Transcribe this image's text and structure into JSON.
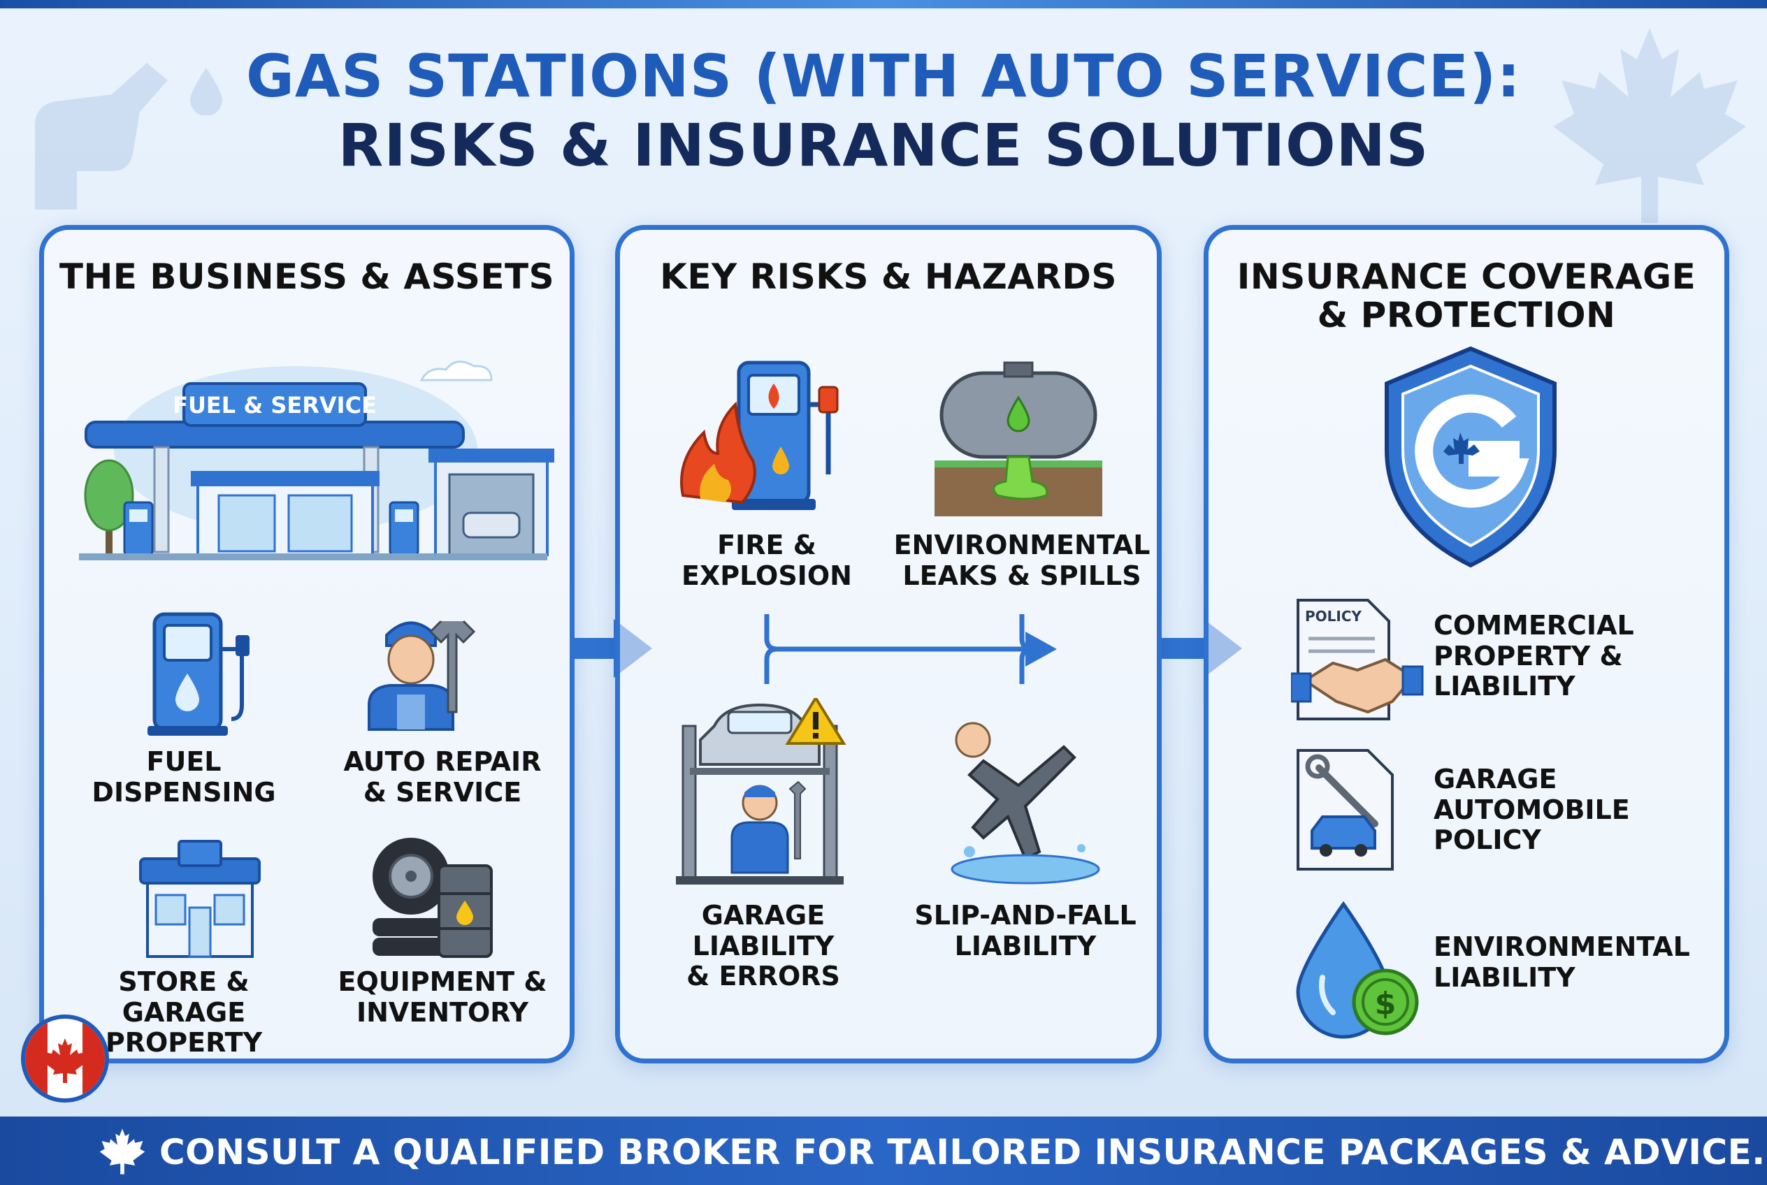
{
  "title": {
    "line1": "GAS STATIONS (WITH AUTO SERVICE):",
    "line2": "RISKS & INSURANCE SOLUTIONS"
  },
  "panels": {
    "business": {
      "heading": "THE BUSINESS & ASSETS",
      "sign": "FUEL & SERVICE",
      "items": [
        {
          "label": "FUEL\nDISPENSING",
          "icon": "fuel-pump-icon"
        },
        {
          "label": "AUTO REPAIR\n& SERVICE",
          "icon": "mechanic-icon"
        },
        {
          "label": "STORE & GARAGE\nPROPERTY",
          "icon": "store-icon"
        },
        {
          "label": "EQUIPMENT &\nINVENTORY",
          "icon": "tire-barrel-icon"
        }
      ]
    },
    "risks": {
      "heading": "KEY RISKS & HAZARDS",
      "items": [
        {
          "label": "FIRE &\nEXPLOSION",
          "icon": "fire-pump-icon"
        },
        {
          "label": "ENVIRONMENTAL\nLEAKS & SPILLS",
          "icon": "tank-leak-icon"
        },
        {
          "label": "GARAGE LIABILITY\n& ERRORS",
          "icon": "car-lift-icon"
        },
        {
          "label": "SLIP-AND-FALL\nLIABILITY",
          "icon": "slip-fall-icon"
        }
      ]
    },
    "coverage": {
      "heading_line1": "INSURANCE COVERAGE",
      "heading_line2": "& PROTECTION",
      "policy_tag": "POLICY",
      "items": [
        {
          "label": "COMMERCIAL\nPROPERTY &\nLIABILITY",
          "icon": "policy-handshake-icon"
        },
        {
          "label": "GARAGE\nAUTOMOBILE\nPOLICY",
          "icon": "garage-policy-icon"
        },
        {
          "label": "ENVIRONMENTAL\nLIABILITY",
          "icon": "water-drop-dollar-icon"
        }
      ]
    }
  },
  "footer": {
    "text": "CONSULT A QUALIFIED BROKER FOR TAILORED INSURANCE PACKAGES & ADVICE."
  },
  "colors": {
    "primary": "#2f72cf",
    "title_blue": "#1f5bb8",
    "title_navy": "#132a5a",
    "fire": "#e8481f",
    "leak": "#5ec43a",
    "flag_red": "#d52b1e"
  }
}
